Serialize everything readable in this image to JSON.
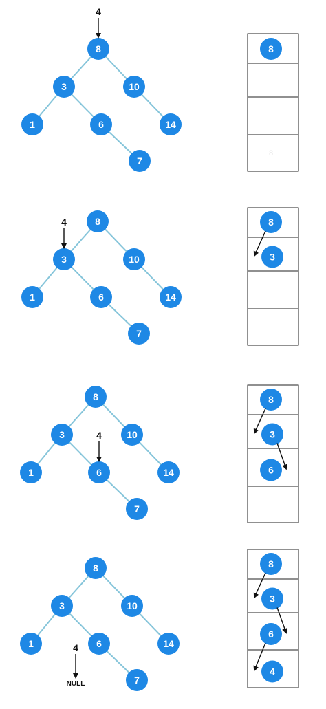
{
  "tree": {
    "nodes": [
      {
        "id": "n8",
        "label": "8"
      },
      {
        "id": "n3",
        "label": "3"
      },
      {
        "id": "n10",
        "label": "10"
      },
      {
        "id": "n1",
        "label": "1"
      },
      {
        "id": "n6",
        "label": "6"
      },
      {
        "id": "n14",
        "label": "14"
      },
      {
        "id": "n7",
        "label": "7"
      }
    ],
    "edges": [
      [
        "n8",
        "n3"
      ],
      [
        "n8",
        "n10"
      ],
      [
        "n3",
        "n1"
      ],
      [
        "n3",
        "n6"
      ],
      [
        "n10",
        "n14"
      ],
      [
        "n6",
        "n7"
      ]
    ]
  },
  "search_key": "4",
  "null_label": "NULL",
  "steps": [
    {
      "pointer_at": "n8",
      "stack": [
        "8"
      ],
      "ghost": "8"
    },
    {
      "pointer_at": "n3",
      "stack": [
        "8",
        "3"
      ],
      "ghost": ""
    },
    {
      "pointer_at": "n6",
      "stack": [
        "8",
        "3",
        "6"
      ],
      "ghost": ""
    },
    {
      "pointer_at": "null",
      "stack": [
        "8",
        "3",
        "6",
        "4"
      ],
      "ghost": ""
    }
  ],
  "colors": {
    "node": "#1e88e5",
    "edge": "#86c5da",
    "text": "#111111"
  }
}
